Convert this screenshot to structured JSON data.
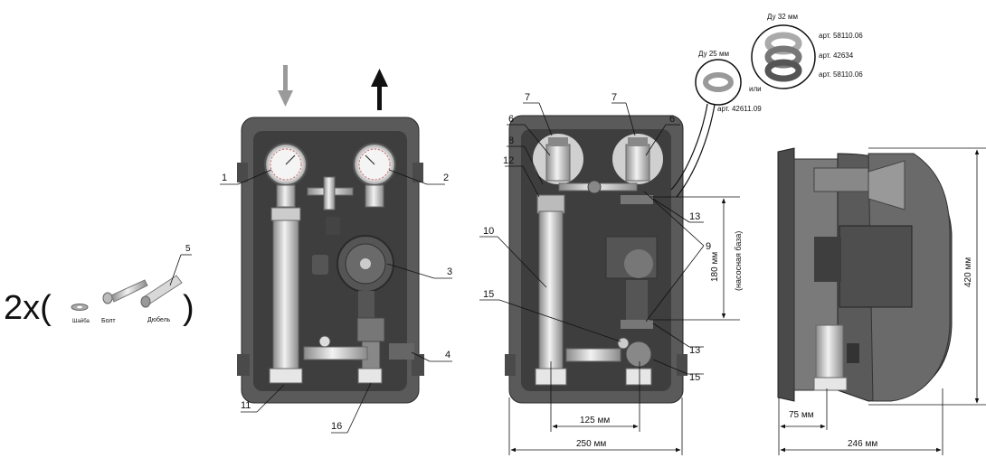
{
  "kit": {
    "multiplier": "2x(",
    "close": ")",
    "washer": "Шайба",
    "bolt": "Болт",
    "dowel": "Дюбель"
  },
  "callouts": [
    "1",
    "2",
    "3",
    "4",
    "5",
    "6",
    "7",
    "8",
    "9",
    "10",
    "11",
    "12",
    "13",
    "15",
    "16"
  ],
  "gaskets": {
    "du25": "Ду 25 мм",
    "du32": "Ду 32 мм",
    "or": "или",
    "art_42611": "арт. 42611.09",
    "art_58110_a": "арт. 58110.06",
    "art_42634": "арт. 42634",
    "art_58110_b": "арт. 58110.06"
  },
  "dimensions": {
    "d125": "125 мм",
    "d250": "250 мм",
    "d180": "180 мм",
    "pump_base": "(насосная база)",
    "d420": "420 мм",
    "d75": "75 мм",
    "d246": "246 мм"
  },
  "colors": {
    "housing": "#5a5a5a",
    "housing_dark": "#3c3c3c",
    "metal": "#bdbdbd",
    "arrow_in": "#9a9a9a",
    "arrow_out": "#111111"
  }
}
